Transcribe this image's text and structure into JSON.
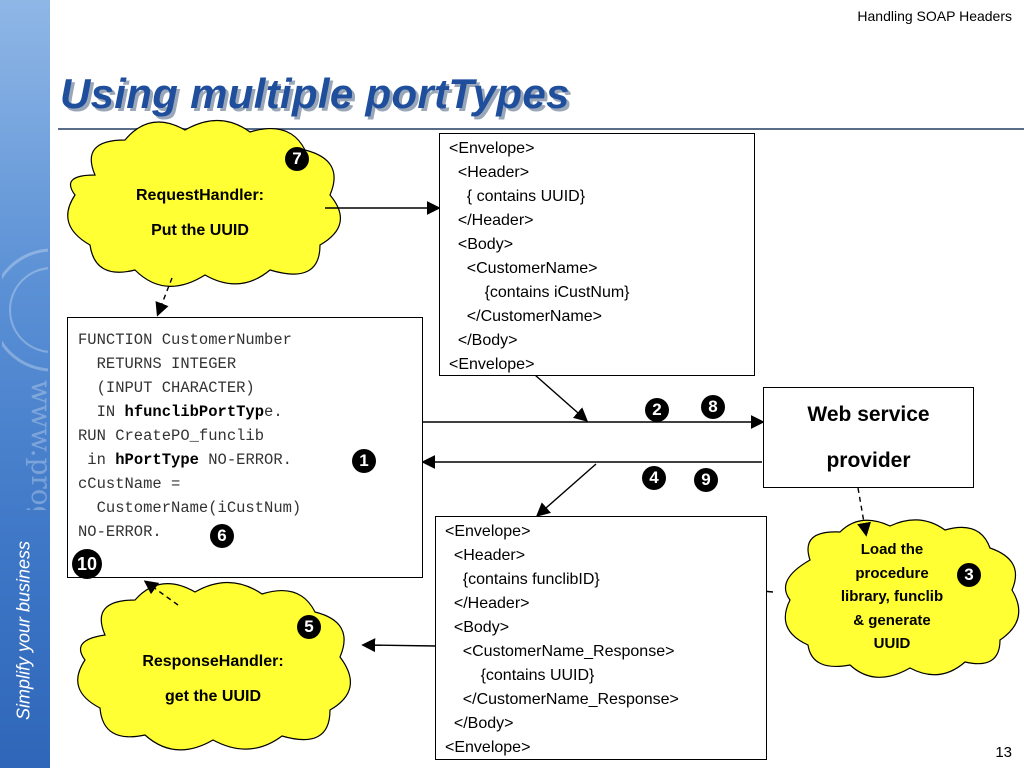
{
  "header": {
    "section_label": "Handling SOAP Headers",
    "page_number": "13"
  },
  "slide": {
    "title": "Using multiple portTypes"
  },
  "sidebar": {
    "tagline": "Simplify your business",
    "watermark_text": "www.progress"
  },
  "request_envelope": {
    "lines": [
      "<Envelope>",
      "  <Header>",
      "    { contains UUID}",
      "  </Header>",
      "  <Body>",
      "    <CustomerName>",
      "        {contains iCustNum}",
      "    </CustomerName>",
      "  </Body>",
      "<Envelope>"
    ]
  },
  "response_envelope": {
    "lines": [
      "<Envelope>",
      "  <Header>",
      "    {contains funclibID}",
      "  </Header>",
      "  <Body>",
      "    <CustomerName_Response>",
      "        {contains UUID}",
      "    </CustomerName_Response>",
      "  </Body>",
      "<Envelope>"
    ]
  },
  "code_block": {
    "line1": "FUNCTION CustomerNumber",
    "line2": "  RETURNS INTEGER",
    "line3": "  (INPUT CHARACTER)",
    "line4_pre": "  IN ",
    "line4_bold": "hfunclibPortTyp",
    "line4_post": "e.",
    "line5": "RUN CreatePO_funclib",
    "line6_pre": " in ",
    "line6_bold": "hPortType",
    "line6_post": " NO-ERROR.",
    "line7": "cCustName =",
    "line8": "  CustomerName(iCustNum)",
    "line9": "NO-ERROR."
  },
  "request_handler": {
    "title": "RequestHandler:",
    "subtitle": "Put the UUID"
  },
  "response_handler": {
    "title": "ResponseHandler:",
    "subtitle": "get the UUID"
  },
  "provider": {
    "line1": "Web service",
    "line2": "provider"
  },
  "loader": {
    "lines": [
      "Load the",
      "procedure",
      "library, funclib",
      "& generate",
      "UUID"
    ]
  },
  "steps": {
    "s1": "1",
    "s2": "2",
    "s3": "3",
    "s4": "4",
    "s5": "5",
    "s6": "6",
    "s7": "7",
    "s8": "8",
    "s9": "9",
    "s10": "10"
  },
  "colors": {
    "cloud_fill": "#ffff33",
    "title_color": "#1f4e9c",
    "sidebar_color": "#3f78c7"
  }
}
